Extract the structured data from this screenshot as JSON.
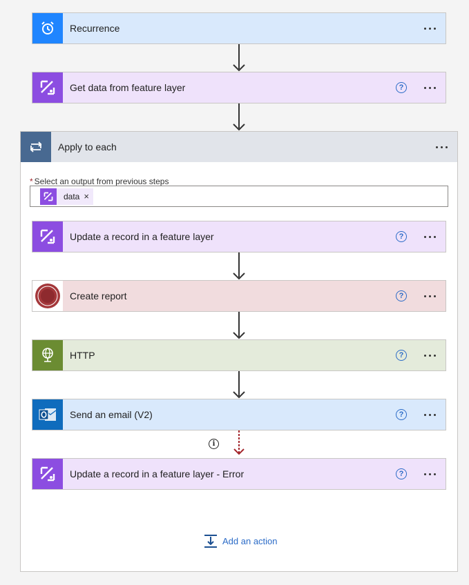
{
  "flow": {
    "recurrence": {
      "title": "Recurrence",
      "color": "#d9e9fc",
      "icon_color": "#1f85ff",
      "icon": "alarm-clock-icon"
    },
    "get_data": {
      "title": "Get data from feature layer",
      "color": "#efe2fb",
      "icon_color": "#8c4de1",
      "icon": "arcgis-icon"
    },
    "apply_to_each": {
      "title": "Apply to each",
      "icon": "loop-icon",
      "header_color": "#e1e4ea",
      "icon_color": "#486991",
      "select_label": "Select an output from previous steps",
      "required_mark": "*",
      "token": {
        "label": "data",
        "remove": "×"
      },
      "actions": [
        {
          "title": "Update a record in a feature layer",
          "color": "#efe2fb",
          "icon_color": "#8c4de1",
          "icon": "arcgis-icon"
        },
        {
          "title": "Create report",
          "color": "#f1dcde",
          "icon_color": "#a4373a",
          "icon": "report-icon"
        },
        {
          "title": "HTTP",
          "color": "#e4ebdb",
          "icon_color": "#6b8c32",
          "icon": "globe-icon"
        },
        {
          "title": "Send an email (V2)",
          "color": "#d9e9fc",
          "icon_color": "#0f6cbd",
          "icon": "outlook-icon"
        },
        {
          "title": "Update a record in a feature layer - Error",
          "color": "#efe2fb",
          "icon_color": "#8c4de1",
          "icon": "arcgis-icon"
        }
      ],
      "add_action_label": "Add an action"
    }
  },
  "help_glyph": "?",
  "info_glyph": "i"
}
